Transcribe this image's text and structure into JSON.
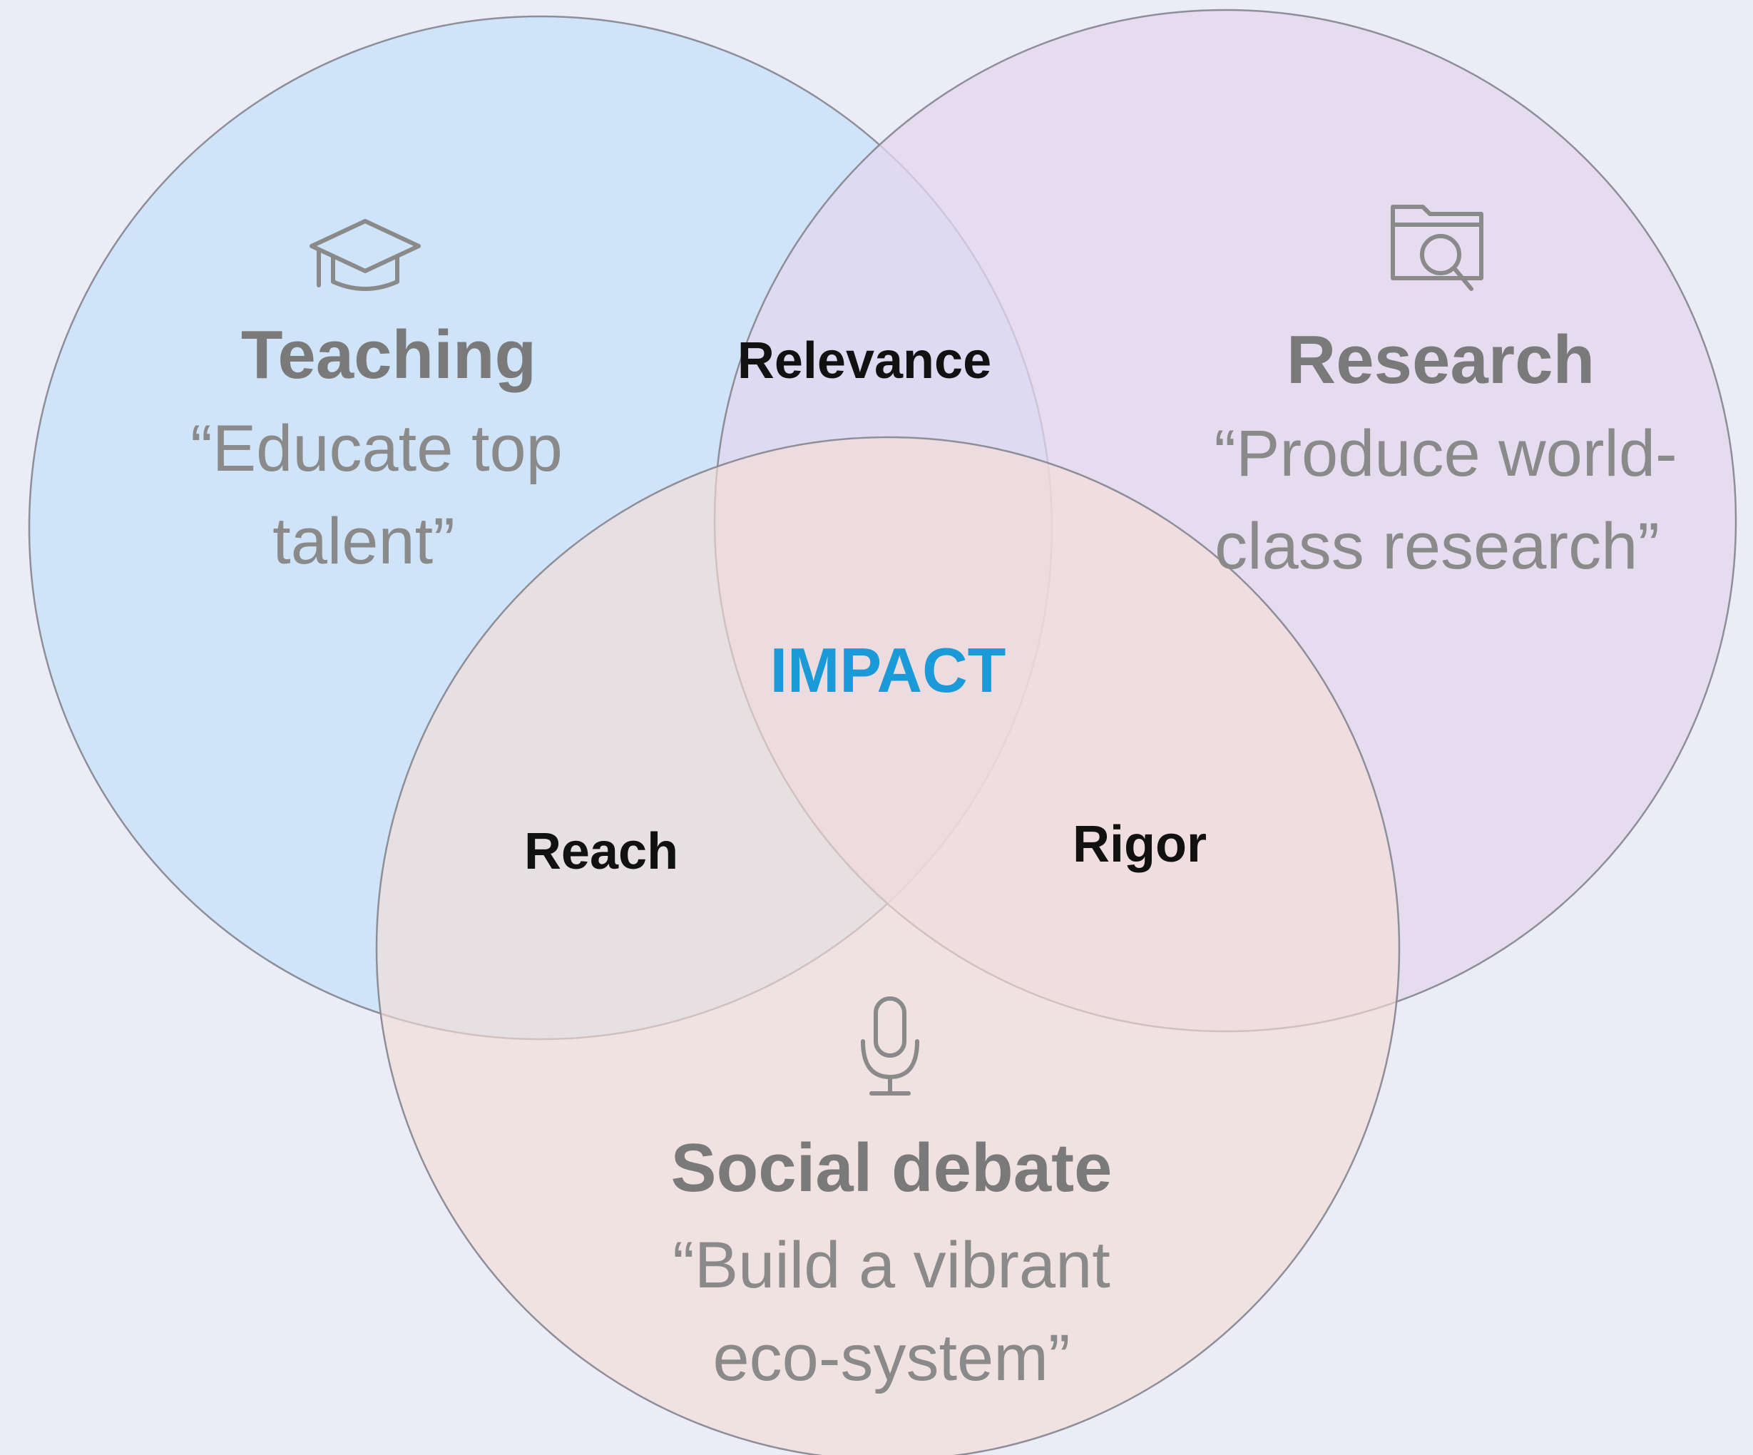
{
  "colors": {
    "background": "#ececf8",
    "teaching_fill": "#c5e1fa",
    "research_fill": "#e3d7ee",
    "social_fill": "#f4ddd6",
    "impact_text": "#1a9ad6"
  },
  "sets": {
    "teaching": {
      "icon": "graduation-cap-icon",
      "title": "Teaching",
      "quote_line1": "“Educate top",
      "quote_line2": "talent”"
    },
    "research": {
      "icon": "folder-search-icon",
      "title": "Research",
      "quote_line1": "“Produce world-",
      "quote_line2": "class research”"
    },
    "social": {
      "icon": "microphone-icon",
      "title": "Social debate",
      "quote_line1": "“Build a vibrant",
      "quote_line2": "eco-system”"
    }
  },
  "overlaps": {
    "teaching_research": "Relevance",
    "teaching_social": "Reach",
    "research_social": "Rigor",
    "center": "IMPACT"
  }
}
